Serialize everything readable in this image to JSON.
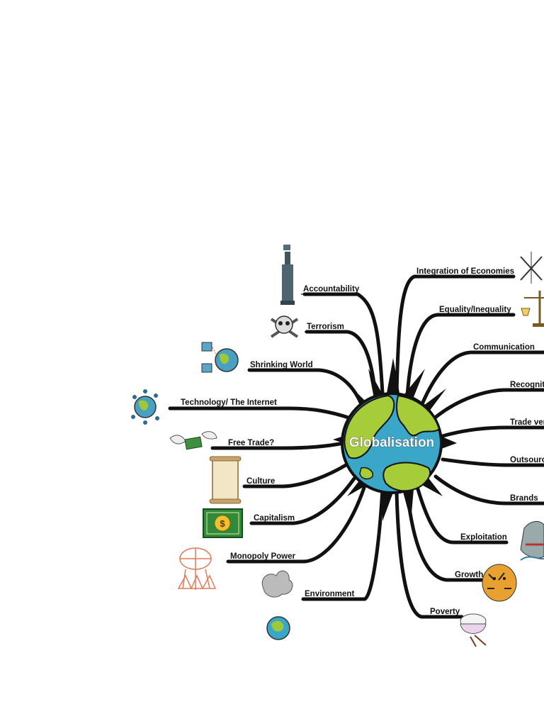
{
  "diagram": {
    "type": "mind-map",
    "center": {
      "label": "Globalisation",
      "icon": "earth-globe-icon",
      "colors": {
        "land": "#a6cc3a",
        "ocean": "#3aa7c9",
        "outline": "#111111"
      }
    },
    "branches_left": [
      {
        "label": "Accountability",
        "icon": "statue-of-liberty-icon"
      },
      {
        "label": "Terrorism",
        "icon": "skull-crossbones-icon"
      },
      {
        "label": "Shrinking World",
        "icon": "networked-computers-globe-icon"
      },
      {
        "label": "Technology/ The Internet",
        "icon": "networked-globe-icon"
      },
      {
        "label": "Free Trade?",
        "icon": "flying-money-icon"
      },
      {
        "label": "Culture",
        "icon": "scroll-icon"
      },
      {
        "label": "Capitalism",
        "icon": "dollar-bill-icon"
      },
      {
        "label": "Monopoly Power",
        "icon": "globe-puppet-icon"
      },
      {
        "label": "Environment",
        "icon": "smoke-over-earth-icon"
      }
    ],
    "branches_right": [
      {
        "label": "Integration of Economies",
        "icon": "compass-arrows-icon"
      },
      {
        "label": "Equality/Inequality",
        "icon": "balance-scale-icon"
      },
      {
        "label": "Communication",
        "icon": ""
      },
      {
        "label": "Recogniti",
        "icon": ""
      },
      {
        "label": "Trade ver",
        "icon": ""
      },
      {
        "label": "Outsourc",
        "icon": ""
      },
      {
        "label": "Brands",
        "icon": ""
      },
      {
        "label": "Exploitation",
        "icon": "shark-icon"
      },
      {
        "label": "Growth",
        "icon": "tiger-icon"
      },
      {
        "label": "Poverty",
        "icon": "rice-bowl-icon"
      }
    ],
    "line_color": "#111111"
  }
}
